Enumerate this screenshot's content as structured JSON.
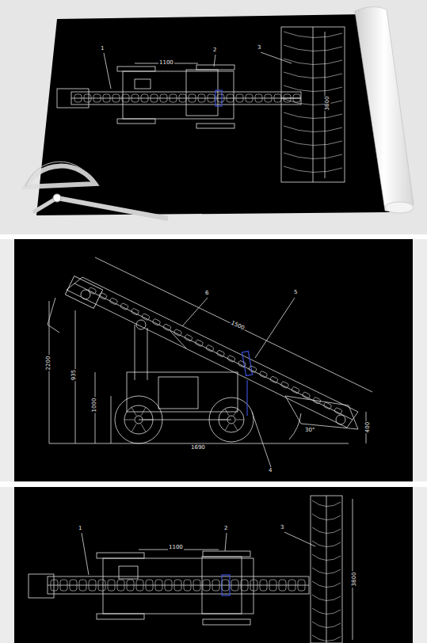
{
  "diagram": {
    "labels": [
      "1",
      "2",
      "3",
      "1100",
      "3800",
      "6",
      "5",
      "1500",
      "2200",
      "935",
      "1000",
      "1690",
      "30°",
      "400",
      "4",
      "1",
      "2",
      "3",
      "1100",
      "3800"
    ]
  }
}
